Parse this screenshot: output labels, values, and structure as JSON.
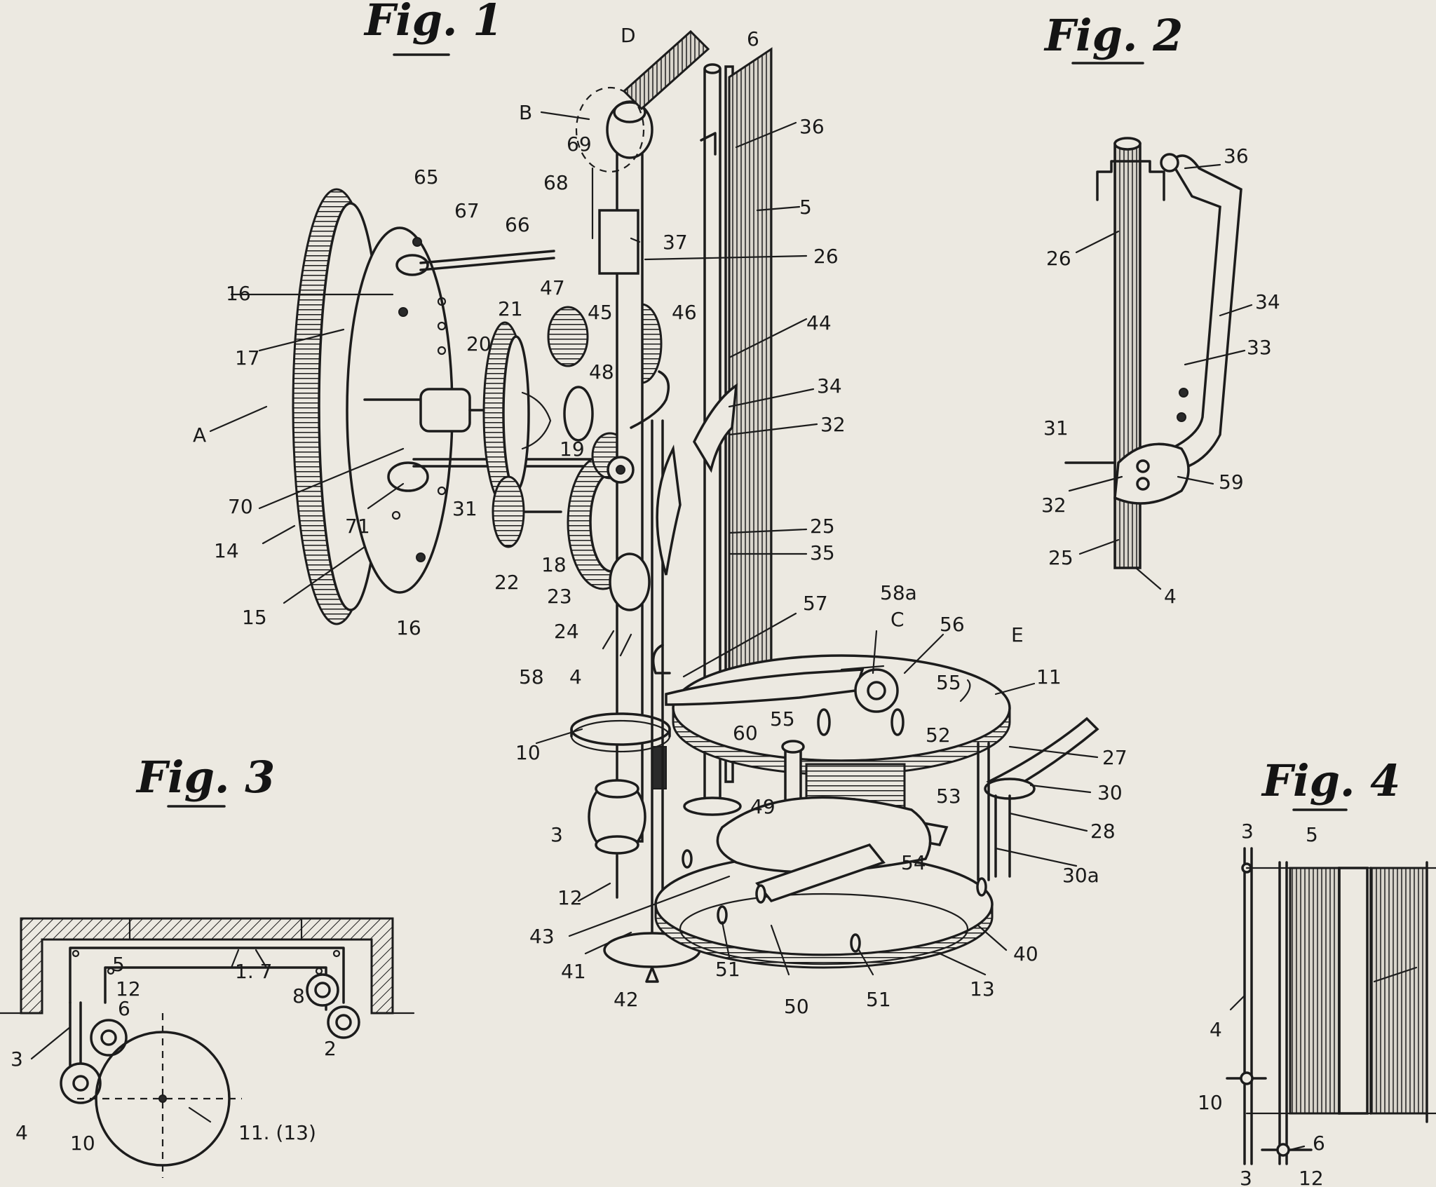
{
  "figures": {
    "fig1": {
      "title": "Fig. 1",
      "labels": {
        "D": "D",
        "B": "B",
        "A": "A",
        "C": "C",
        "E": "E",
        "n6": "6",
        "n36": "36",
        "n5": "5",
        "n26": "26",
        "n37": "37",
        "n69": "69",
        "n68": "68",
        "n65": "65",
        "n67": "67",
        "n66": "66",
        "n16a": "16",
        "n17": "17",
        "n21": "21",
        "n47": "47",
        "n45": "45",
        "n46": "46",
        "n44": "44",
        "n20": "20",
        "n48": "48",
        "n34": "34",
        "n32": "32",
        "n19": "19",
        "n70": "70",
        "n31": "31",
        "n71": "71",
        "n14": "14",
        "n18": "18",
        "n25": "25",
        "n35": "35",
        "n22": "22",
        "n23": "23",
        "n15": "15",
        "n16b": "16",
        "n24": "24",
        "n57": "57",
        "n58a": "58a",
        "n56": "56",
        "n58": "58",
        "n4": "4",
        "n11": "11",
        "n55a": "55",
        "n55b": "55",
        "n10": "10",
        "n60": "60",
        "n52": "52",
        "n27": "27",
        "n53": "53",
        "n30": "30",
        "n49": "49",
        "n3": "3",
        "n28": "28",
        "n54": "54",
        "n30a": "30a",
        "n12": "12",
        "n43": "43",
        "n41": "41",
        "n42": "42",
        "n51a": "51",
        "n50": "50",
        "n51b": "51",
        "n13": "13",
        "n40": "40"
      }
    },
    "fig2": {
      "title": "Fig. 2",
      "labels": {
        "n36": "36",
        "n26": "26",
        "n34": "34",
        "n33": "33",
        "n31": "31",
        "n59": "59",
        "n32": "32",
        "n25": "25",
        "n4": "4"
      }
    },
    "fig3": {
      "title": "Fig. 3",
      "labels": {
        "n1_7": "1. 7",
        "n8": "8",
        "n5": "5",
        "n12": "12",
        "n6": "6",
        "n2": "2",
        "n3": "3",
        "n4": "4",
        "n10": "10",
        "n11_13": "11. (13)"
      }
    },
    "fig4": {
      "title": "Fig. 4",
      "labels": {
        "n3a": "3",
        "n5": "5",
        "n4": "4",
        "n10": "10",
        "n6": "6",
        "n3b": "3",
        "n12": "12"
      }
    }
  }
}
